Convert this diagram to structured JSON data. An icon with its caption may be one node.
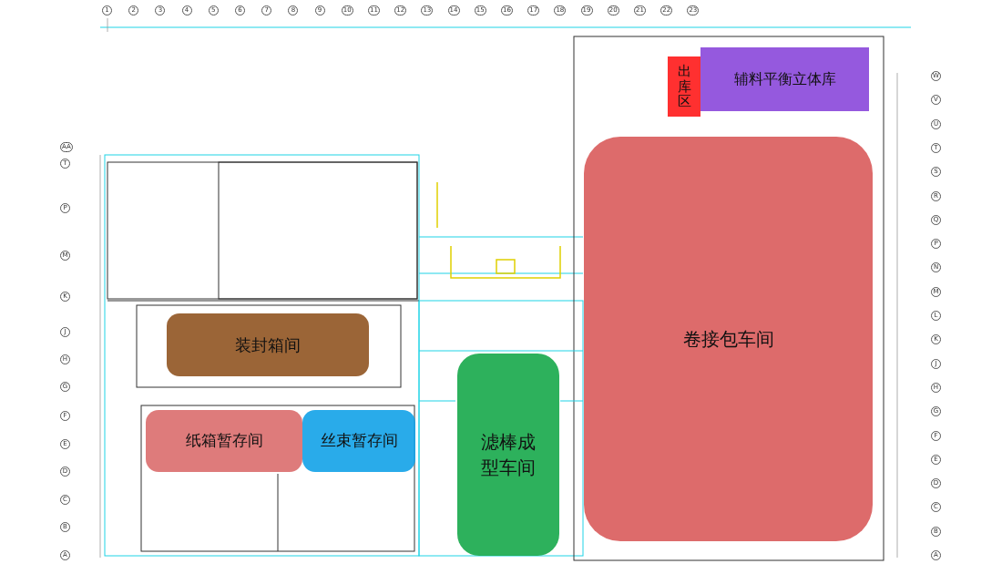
{
  "diagram": {
    "nodes": [
      {
        "text": [
          "出库区"
        ]
      },
      {
        "text": [
          "辅料平衡立体库"
        ]
      },
      {
        "text": [
          "卷接包车间"
        ]
      },
      {
        "text": [
          "装封箱间"
        ]
      },
      {
        "text": [
          "纸箱暂存间"
        ]
      },
      {
        "text": [
          "丝束暂存间"
        ]
      },
      {
        "text": [
          "滤棒成型车间"
        ]
      }
    ],
    "labels": [
      "1",
      "2",
      "3",
      "4",
      "5",
      "6",
      "7",
      "8",
      "9",
      "10",
      "11",
      "12",
      "13",
      "14",
      "15",
      "16",
      "17",
      "18",
      "19",
      "20",
      "21",
      "22",
      "23",
      "AA",
      "T",
      "P",
      "M",
      "K",
      "J",
      "H",
      "G",
      "F",
      "E",
      "D",
      "C",
      "B",
      "A",
      "W",
      "V",
      "U",
      "T",
      "S",
      "R",
      "Q",
      "P",
      "N",
      "M",
      "L",
      "K",
      "J",
      "H",
      "G",
      "F",
      "E",
      "D",
      "C",
      "B",
      "A"
    ]
  }
}
